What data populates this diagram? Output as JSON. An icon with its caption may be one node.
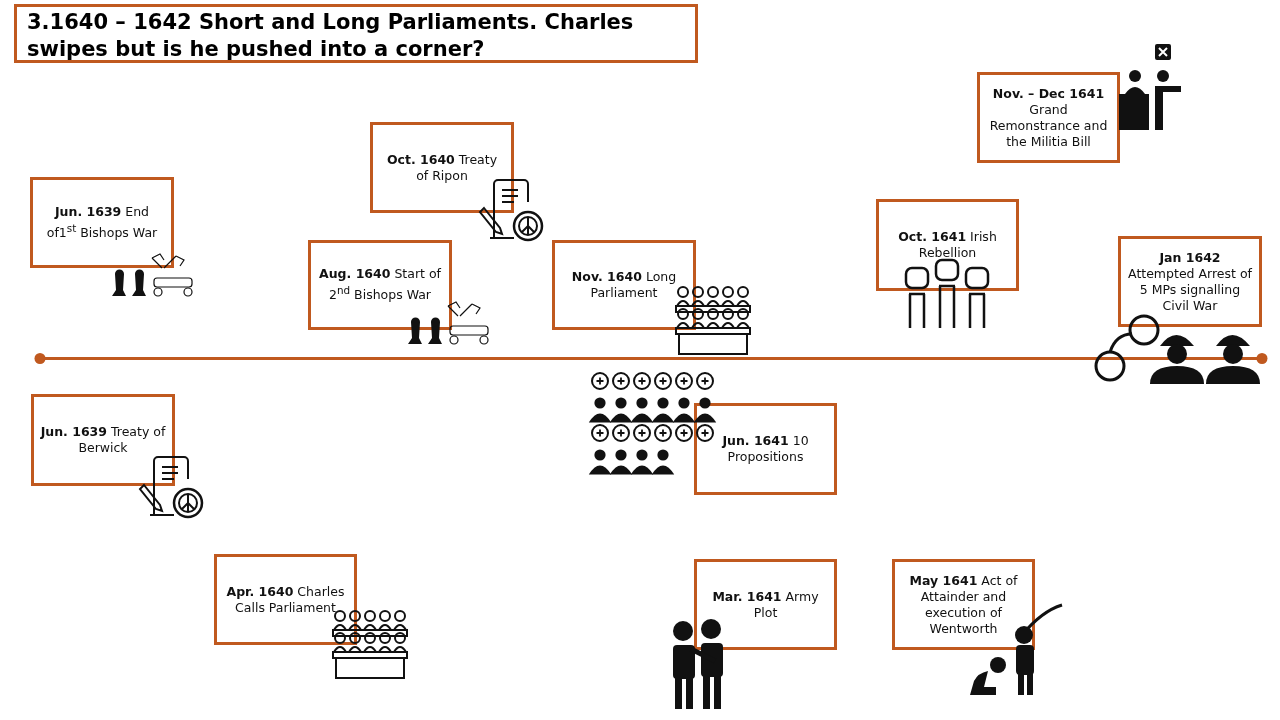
{
  "diagram": {
    "title": "3.1640 – 1642 Short and Long Parliaments. Charles swipes but is he pushed into a corner?",
    "nodes": [
      {
        "text": [
          "**Nov. – Dec 1641** Grand Remonstrance and the Militia Bill"
        ]
      },
      {
        "text": [
          "**Oct. 1640** Treaty of Ripon"
        ]
      },
      {
        "text": [
          "**Jun. 1639** End of1$^{st}$ Bishops War"
        ]
      },
      {
        "text": [
          "**Oct. 1641** Irish Rebellion"
        ]
      },
      {
        "text": [
          "**Aug. 1640** Start of 2$^{nd}$ Bishops War"
        ]
      },
      {
        "text": [
          "**Nov. 1640** Long Parliament"
        ]
      },
      {
        "text": [
          "**Jan 1642** Attempted Arrest of 5 MPs signalling Civil War"
        ]
      },
      {
        "text": [
          "**Jun. 1639** Treaty of Berwick"
        ]
      },
      {
        "text": [
          "**Jun. 1641** 10 Propositions"
        ]
      },
      {
        "text": [
          "**Apr. 1640** Charles Calls Parliament"
        ]
      },
      {
        "text": [
          "**Mar. 1641** Army Plot"
        ]
      },
      {
        "text": [
          "**May 1641** Act of Attainder and execution of Wentworth"
        ]
      }
    ]
  }
}
